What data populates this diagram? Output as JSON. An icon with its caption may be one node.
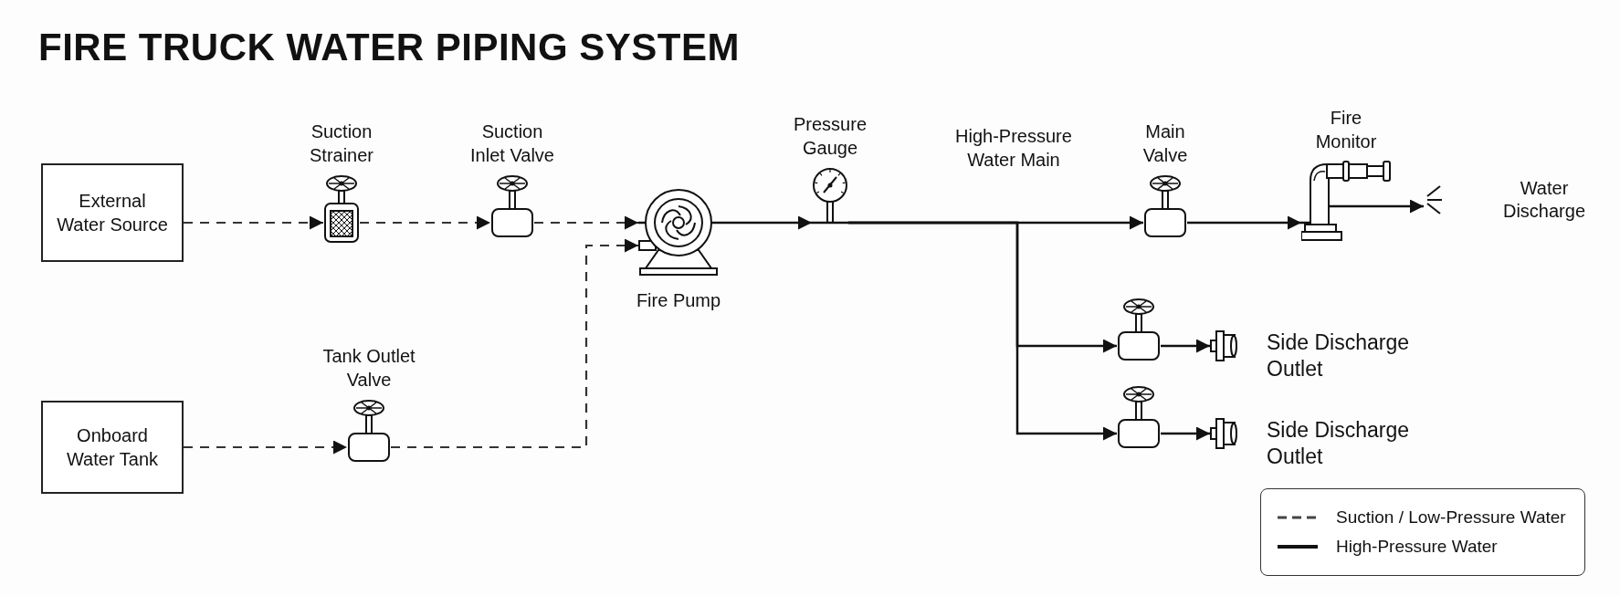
{
  "diagram": {
    "title": "FIRE TRUCK WATER PIPING SYSTEM",
    "nodes": [
      {
        "text": [
          "External Water Source"
        ]
      },
      {
        "text": [
          "Suction Strainer"
        ]
      },
      {
        "text": [
          "Suction Inlet Valve"
        ]
      },
      {
        "text": [
          "Fire Pump"
        ]
      },
      {
        "text": [
          "Onboard Water Tank"
        ]
      },
      {
        "text": [
          "Tank Outlet Valve"
        ]
      },
      {
        "text": [
          "Pressure Gauge"
        ]
      },
      {
        "text": [
          "Main Valve"
        ]
      },
      {
        "text": [
          "Fire Monitor"
        ]
      },
      {
        "text": [
          "Water Discharge"
        ]
      },
      {
        "text": [],
        "shape": "valve"
      },
      {
        "text": [
          "Side Discharge Outlet"
        ]
      },
      {
        "text": [],
        "shape": "valve"
      },
      {
        "text": [
          "Side Discharge Outlet"
        ]
      }
    ],
    "edges": [
      {
        "from": 0,
        "to": 1,
        "arrow": "to",
        "style": "dashed"
      },
      {
        "from": 1,
        "to": 2,
        "arrow": "to",
        "style": "dashed"
      },
      {
        "from": 2,
        "to": 3,
        "arrow": "to",
        "style": "dashed"
      },
      {
        "from": 4,
        "to": 5,
        "arrow": "to",
        "style": "dashed"
      },
      {
        "from": 5,
        "to": 3,
        "arrow": "to",
        "style": "dashed"
      },
      {
        "from": 3,
        "to": 6,
        "arrow": "to"
      },
      {
        "from": 6,
        "to": 7,
        "arrow": "to"
      },
      {
        "from": 6,
        "to": 10,
        "arrow": "to"
      },
      {
        "from": 6,
        "to": 12,
        "arrow": "to"
      },
      {
        "from": 7,
        "to": 8,
        "arrow": "to"
      },
      {
        "from": 8,
        "to": 9,
        "arrow": "to"
      },
      {
        "from": 10,
        "to": 11,
        "arrow": "to"
      },
      {
        "from": 12,
        "to": 13,
        "arrow": "to"
      }
    ],
    "labels": [
      "High-Pressure Water Main"
    ],
    "legend": [
      {
        "text": "Suction / Low-Pressure Water"
      },
      {
        "text": "High-Pressure Water"
      }
    ]
  }
}
